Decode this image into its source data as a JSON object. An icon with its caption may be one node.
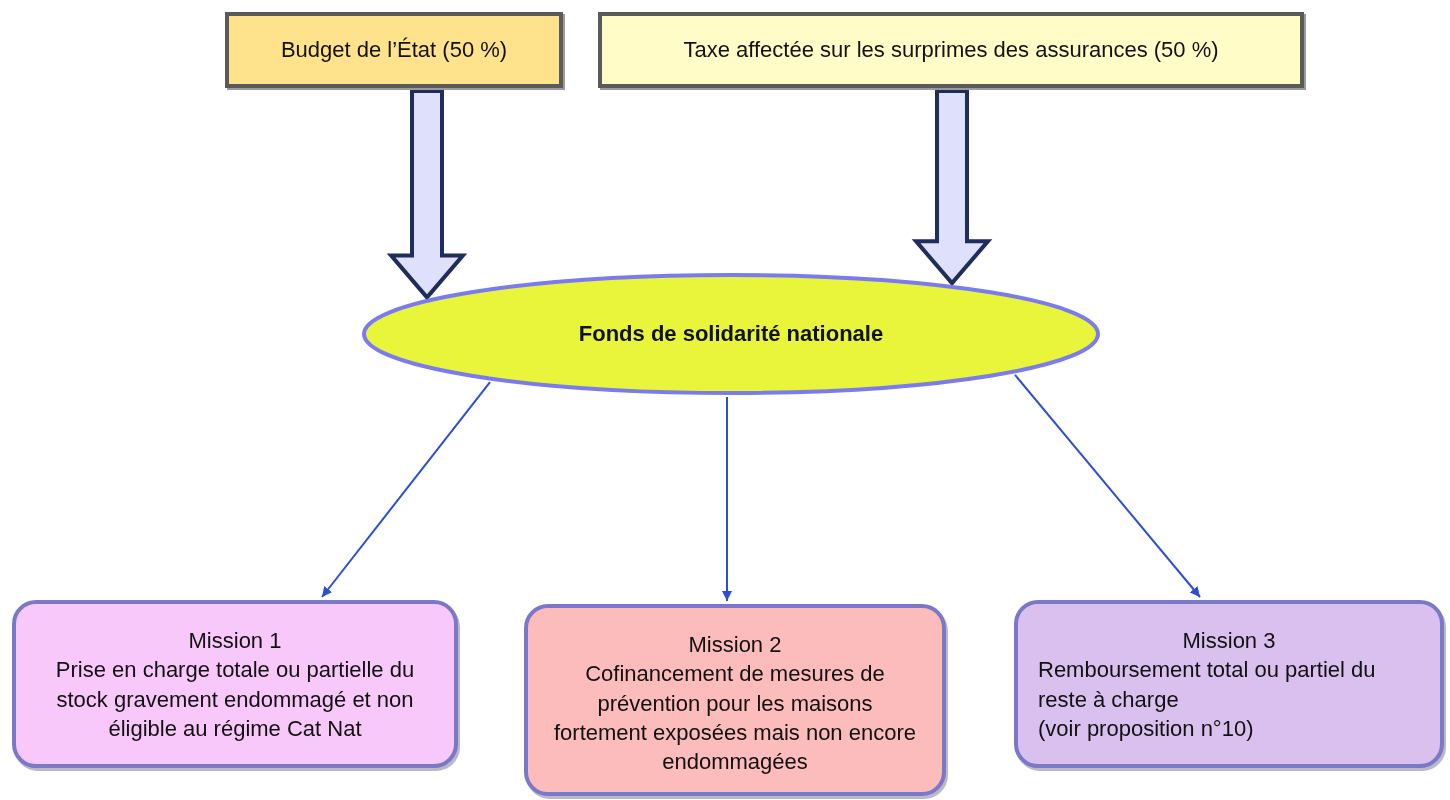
{
  "diagram": {
    "nodes": [
      {
        "text": [
          "Budget de l’État (50 %)"
        ]
      },
      {
        "text": [
          "Taxe affectée sur les surprimes des assurances (50 %)"
        ]
      },
      {
        "text": [
          "Fonds de solidarité nationale"
        ]
      },
      {
        "text": [
          "Mission 1",
          "Prise en charge totale ou partielle du stock gravement endommagé et non éligible au régime Cat Nat"
        ]
      },
      {
        "text": [
          "Mission 2",
          "Cofinancement de mesures de prévention pour les maisons fortement exposées mais non encore endommagées"
        ]
      },
      {
        "text": [
          "Mission 3",
          "Remboursement total ou partiel du reste à charge",
          "(voir proposition n°10)"
        ]
      }
    ],
    "edges": [
      {
        "from": 0,
        "to": 2,
        "arrow": "to",
        "style": "thick",
        "color": "#1f2d5c"
      },
      {
        "from": 1,
        "to": 2,
        "arrow": "to",
        "style": "thick",
        "color": "#1f2d5c"
      },
      {
        "from": 2,
        "to": 3,
        "arrow": "to"
      },
      {
        "from": 2,
        "to": 4,
        "arrow": "to"
      },
      {
        "from": 2,
        "to": 5,
        "arrow": "to"
      }
    ]
  }
}
